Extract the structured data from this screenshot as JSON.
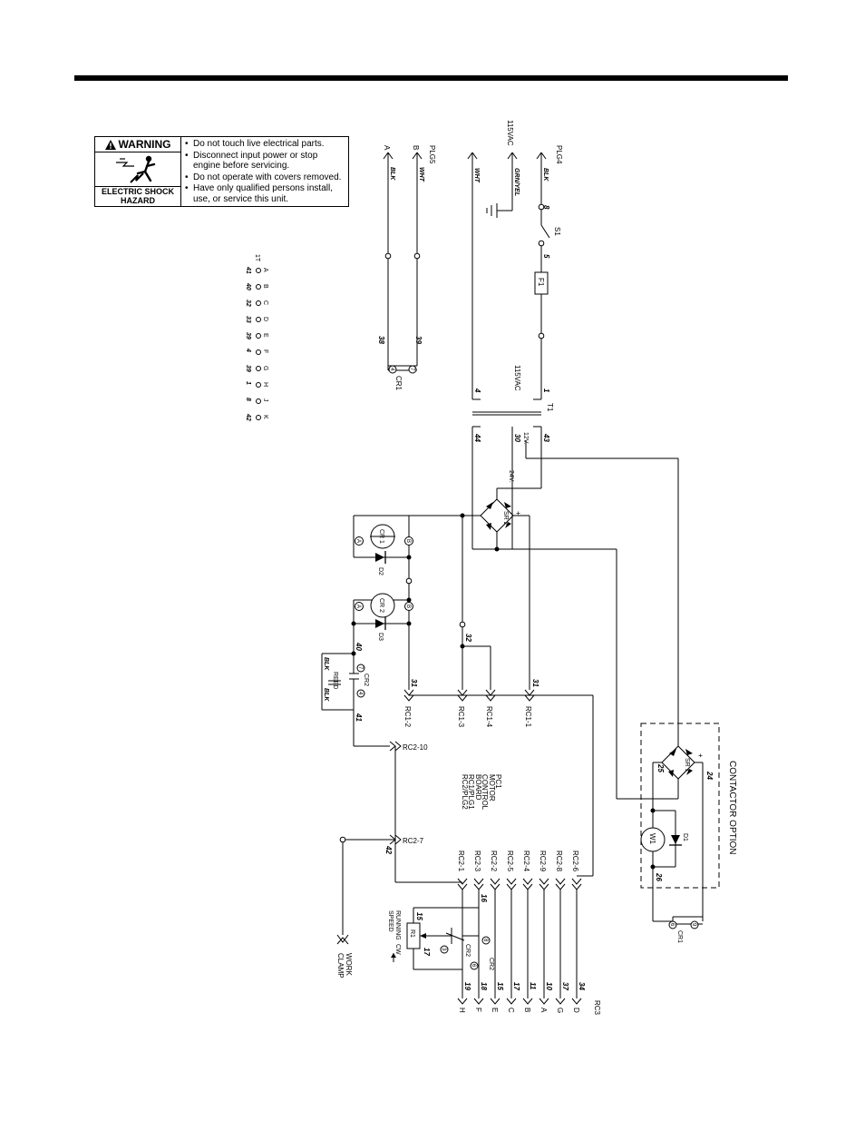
{
  "warning": {
    "heading": "WARNING",
    "hazard": "ELECTRIC SHOCK HAZARD",
    "items": [
      "Do not touch live electrical parts.",
      "Disconnect input power or stop engine before servicing.",
      "Do not operate with covers removed.",
      "Have only qualified persons install, use, or service this unit."
    ],
    "icons": {
      "alert": "warning-triangle-icon",
      "hazard": "electric-shock-icon"
    }
  },
  "labels": {
    "plg5": "PLG5",
    "a": "A",
    "b": "B",
    "blk": "BLK",
    "wht": "WHT",
    "w38": "38",
    "w39": "39",
    "cr1": "CR1",
    "c4": "4",
    "c7": "7",
    "plg4": "PLG4",
    "v115a": "115VAC",
    "grnyel": "GRN/YEL",
    "w8": "8",
    "w5": "5",
    "s1": "S1",
    "f1": "F1",
    "v115b": "115VAC",
    "w1": "1",
    "w4": "4",
    "t1": "T1",
    "w44": "44",
    "w30": "30",
    "w43": "43",
    "v12": "12V.",
    "v24": "24V.",
    "sr2": "SR 2",
    "plus": "+",
    "crA": "CR 1",
    "crB": "CR 2",
    "A": "A",
    "B": "B",
    "d2": "D2",
    "d3": "D3",
    "w40": "40",
    "w41": "41",
    "reed": "REED",
    "cr2": "CR2",
    "w31": "31",
    "w32": "32",
    "w31b": "31",
    "rc12": "RC1-2",
    "rc13": "RC1-3",
    "rc14": "RC1-4",
    "rc11": "RC1-1",
    "rc210": "RC2-10",
    "rc27": "RC2-7",
    "w42": "42",
    "pc1": [
      "PC1",
      "MOTOR",
      "CONTROL",
      "BOARD",
      "RC1/PLG1",
      "RC2/PLG2"
    ],
    "work": "WORK",
    "clamp": "CLAMP",
    "rc2pins": [
      "RC2-1",
      "RC2-3",
      "RC2-2",
      "RC2-5",
      "RC2-4",
      "RC2-9",
      "RC2-8",
      "RC2-6"
    ],
    "w16": "16",
    "w15": "15",
    "w17": "17",
    "r1": "R1",
    "run": "RUNNING",
    "speed": "SPEED",
    "cw": "CW",
    "cr2b": "CR2",
    "c3": "3",
    "c8": "8",
    "c6": "6",
    "rc3": "RC3",
    "rc3wires": [
      "19",
      "18",
      "15",
      "17",
      "11",
      "10",
      "37",
      "34"
    ],
    "rc3pins": [
      "H",
      "F",
      "E",
      "C",
      "B",
      "A",
      "G",
      "D"
    ],
    "contactor": "CONTACTOR OPTION",
    "sr1": "SR 1",
    "w25": "25",
    "w24": "24",
    "w26": "26",
    "wm": "W1",
    "d1": "D1",
    "cr1b": "CR1",
    "c6b": "6",
    "c9": "9",
    "term_head": "1T",
    "term_letters": [
      "A",
      "B",
      "C",
      "D",
      "E",
      "F",
      "G",
      "H",
      "J",
      "K"
    ],
    "term_wires": [
      "41",
      "40",
      "32",
      "33",
      "39",
      "4",
      "39",
      "1",
      "8",
      "42"
    ]
  }
}
